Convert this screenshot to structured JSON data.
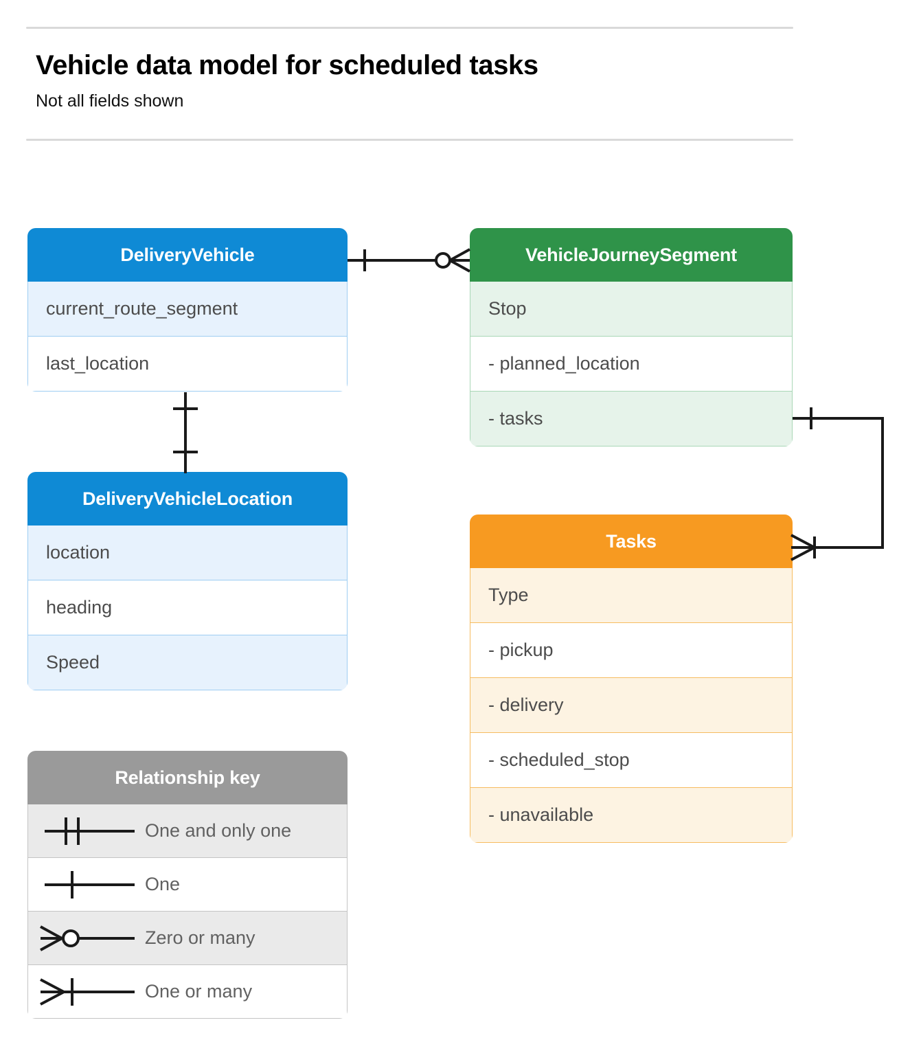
{
  "header": {
    "title": "Vehicle data model for scheduled tasks",
    "subtitle": "Not all fields shown"
  },
  "colors": {
    "blue_header": "#0f8ad5",
    "blue_row": "#e7f2fd",
    "blue_border": "#9ecdf2",
    "green_header": "#2f9349",
    "green_row": "#e6f3ea",
    "green_border": "#a9d7b6",
    "orange_header": "#f79a21",
    "orange_row": "#fdf3e2",
    "orange_border": "#f6bc60",
    "grey_header": "#9a9a9a",
    "grey_row": "#eaeaea",
    "grey_border": "#c4c4c4",
    "connector": "#1a1a1a",
    "rule": "#d9d9d9"
  },
  "entities": [
    {
      "id": "delivery-vehicle",
      "title": "DeliveryVehicle",
      "color": "blue",
      "fields": [
        "current_route_segment",
        "last_location"
      ]
    },
    {
      "id": "vehicle-journey-segment",
      "title": "VehicleJourneySegment",
      "color": "green",
      "fields": [
        "Stop",
        "-  planned_location",
        "- tasks"
      ]
    },
    {
      "id": "delivery-vehicle-location",
      "title": "DeliveryVehicleLocation",
      "color": "blue",
      "fields": [
        "location",
        "heading",
        "Speed"
      ]
    },
    {
      "id": "tasks",
      "title": "Tasks",
      "color": "orange",
      "fields": [
        "Type",
        "-  pickup",
        "-  delivery",
        "-  scheduled_stop",
        "-  unavailable"
      ]
    }
  ],
  "legend": {
    "title": "Relationship key",
    "rows": [
      {
        "symbol": "one-and-only-one-icon",
        "label": "One and only one"
      },
      {
        "symbol": "one-icon",
        "label": "One"
      },
      {
        "symbol": "zero-or-many-icon",
        "label": "Zero or many"
      },
      {
        "symbol": "one-or-many-icon",
        "label": "One or many"
      }
    ]
  },
  "relationships": [
    {
      "id": "delivery-vehicle-to-journey-segment",
      "from": "DeliveryVehicle",
      "to": "VehicleJourneySegment",
      "from_cardinality": "One",
      "to_cardinality": "Zero or many"
    },
    {
      "id": "delivery-vehicle-to-vehicle-location",
      "from": "DeliveryVehicle",
      "to": "DeliveryVehicleLocation",
      "from_cardinality": "One",
      "to_cardinality": "One"
    },
    {
      "id": "journey-segment-tasks-to-tasks",
      "from": "VehicleJourneySegment",
      "to": "Tasks",
      "from_cardinality": "One",
      "to_cardinality": "One or many"
    }
  ]
}
